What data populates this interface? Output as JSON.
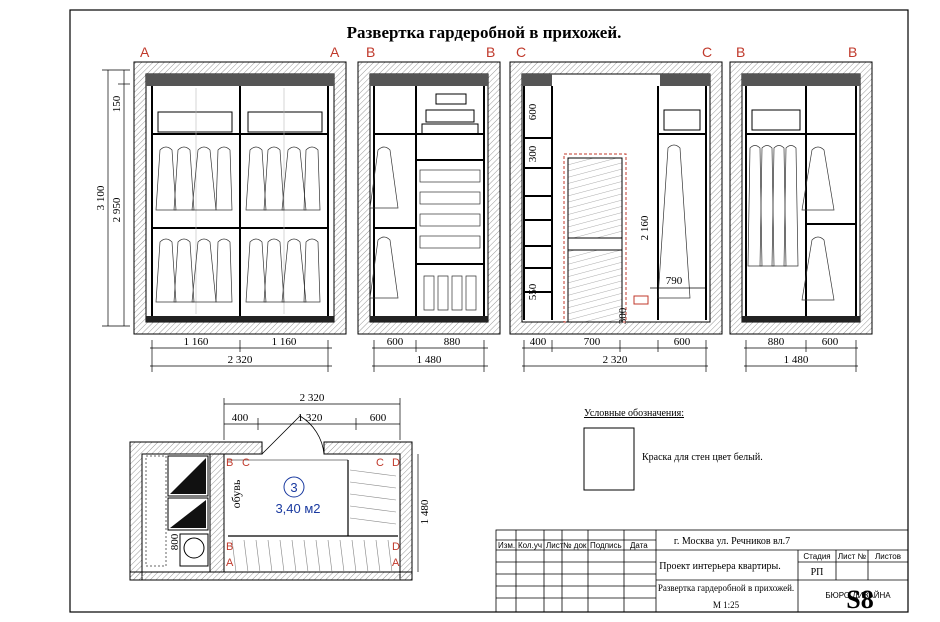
{
  "title": "Развертка гардеробной в прихожей.",
  "elevations": {
    "a": {
      "left_letter": "A",
      "right_letter": "A",
      "dims_bottom": [
        "1 160",
        "1 160"
      ],
      "total": "2 320",
      "vdims": [
        "150",
        "2 950"
      ],
      "height": "3 100"
    },
    "b": {
      "left_letter": "B",
      "right_letter": "B",
      "dims_bottom": [
        "600",
        "880"
      ],
      "total": "1 480"
    },
    "c": {
      "left_letter": "C",
      "right_letter": "C",
      "dims_bottom": [
        "400",
        "700",
        "600"
      ],
      "total": "2 320",
      "vdims": [
        "600",
        "300",
        "550"
      ],
      "door_h": "2 160",
      "side_w": "790",
      "low": "300"
    },
    "b2": {
      "left_letter": "B",
      "right_letter": "B",
      "dims_bottom": [
        "880",
        "600"
      ],
      "total": "1 480"
    }
  },
  "plan": {
    "top_total": "2 320",
    "top_dims": [
      "400",
      "1 320",
      "600"
    ],
    "right_dim": "1 480",
    "left_dim": "800",
    "room_no": "3",
    "area": "3,40 м2",
    "shoes_label": "обувь",
    "corner_letters": {
      "tl": "B",
      "tc": "C",
      "tr_c": "C",
      "tr_d": "D",
      "bl_b": "B",
      "bl_a": "A",
      "br_d": "D",
      "br_a": "A"
    }
  },
  "legend": {
    "title": "Условные обозначения:",
    "item": "Краска для стен цвет белый."
  },
  "stamp": {
    "headers": [
      "Изм.",
      "Кол.уч",
      "Лист",
      "№ док",
      "Подпись",
      "Дата"
    ],
    "address": "г. Москва ул. Речников вл.7",
    "project": "Проект интерьера квартиры.",
    "sheet_title": "Развертка гардеробной в прихожей.",
    "scale": "М 1:25",
    "stage_label": "Стадия",
    "sheet_label": "Лист №",
    "sheets_label": "Листов",
    "stage": "РП",
    "logo": "S8",
    "logo_text": "БЮРО ДИЗАЙНА"
  }
}
